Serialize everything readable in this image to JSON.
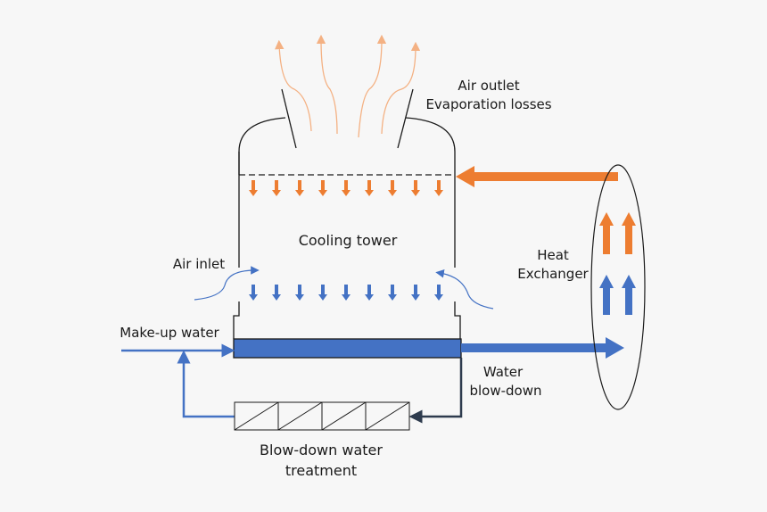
{
  "labels": {
    "air_outlet": "Air outlet",
    "evaporation_losses": "Evaporation losses",
    "cooling_tower": "Cooling tower",
    "air_inlet": "Air inlet",
    "heat": "Heat",
    "exchanger": "Exchanger",
    "makeup_water": "Make-up water",
    "water": "Water",
    "blow_down": "blow-down",
    "treatment_line1": "Blow-down water",
    "treatment_line2": "treatment"
  },
  "colors": {
    "hot": "#ed7d31",
    "hot_light": "#f4b183",
    "cold": "#4472c4",
    "outline": "#1a1a1a",
    "blowdown": "#2e3b4e"
  },
  "counts": {
    "hot_spray_arrows": 9,
    "cold_rain_arrows": 9,
    "treatment_cells": 4,
    "steam_plumes": 4
  }
}
